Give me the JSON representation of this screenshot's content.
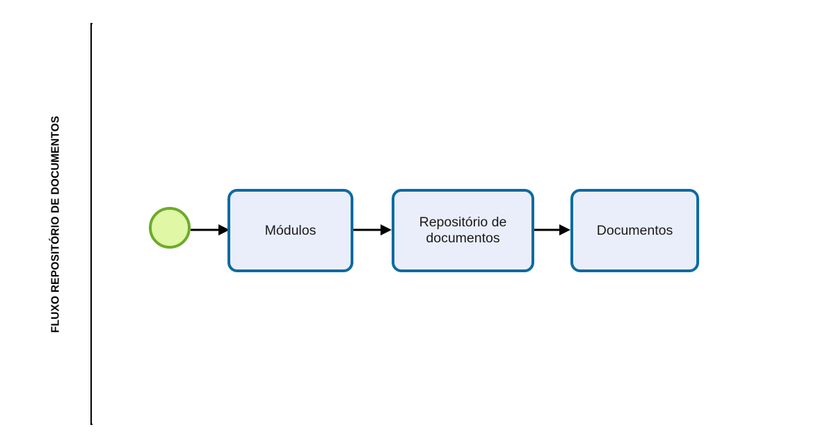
{
  "diagram": {
    "type": "bpmn-process-flow",
    "lane": {
      "title": "FLUXO REPOSITÓRIO DE DOCUMENTOS"
    },
    "colors": {
      "frame_border": "#000000",
      "task_fill": "#eaeefa",
      "task_border": "#0c6ba1",
      "start_event_fill": "#e0f7a5",
      "start_event_border": "#6cab2a",
      "connector": "#000000",
      "task_text": "#1a1a1a"
    },
    "nodes": [
      {
        "id": "start",
        "kind": "start-event",
        "label": ""
      },
      {
        "id": "task-modulos",
        "kind": "task",
        "label": "Módulos"
      },
      {
        "id": "task-repositorio",
        "kind": "task",
        "label": "Repositório de documentos"
      },
      {
        "id": "task-documentos",
        "kind": "task",
        "label": "Documentos"
      }
    ],
    "connectors": [
      {
        "id": "flow-start-modulos",
        "from": "start",
        "to": "task-modulos"
      },
      {
        "id": "flow-modulos-repositorio",
        "from": "task-modulos",
        "to": "task-repositorio"
      },
      {
        "id": "flow-repositorio-documentos",
        "from": "task-repositorio",
        "to": "task-documentos"
      }
    ]
  }
}
